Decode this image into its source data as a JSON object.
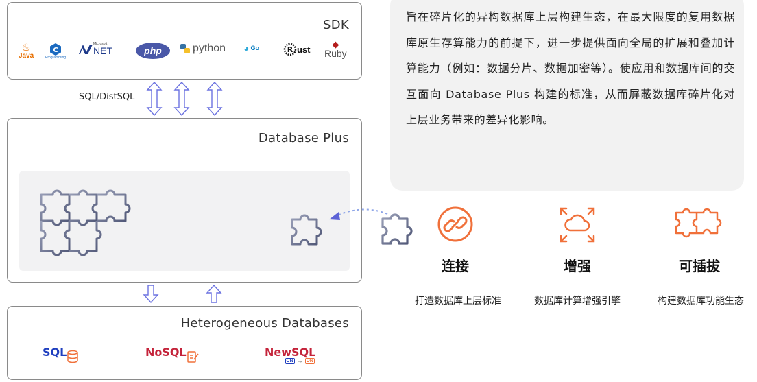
{
  "sdk": {
    "title": "SDK",
    "languages": [
      {
        "name": "Java",
        "text": "Java"
      },
      {
        "name": "C++",
        "text": "Programming"
      },
      {
        "name": ".NET",
        "text": "NET",
        "sup": "Microsoft"
      },
      {
        "name": "PHP",
        "text": "php"
      },
      {
        "name": "Python",
        "text": "python"
      },
      {
        "name": "Go",
        "text": "Go"
      },
      {
        "name": "Rust",
        "text": "ust"
      },
      {
        "name": "Ruby",
        "text": "Ruby"
      }
    ]
  },
  "sql_label": "SQL/DistSQL",
  "database_plus": {
    "title": "Database Plus"
  },
  "heterogeneous": {
    "title": "Heterogeneous Databases",
    "items": [
      {
        "label": "SQL"
      },
      {
        "label": "NoSQL"
      },
      {
        "label": "NewSQL",
        "tags": [
          "CN",
          "DN"
        ]
      }
    ]
  },
  "description": "旨在碎片化的异构数据库上层构建生态，在最大限度的复用数据库原生存算能力的前提下，进一步提供面向全局的扩展和叠加计算能力（例如：数据分片、数据加密等）。使应用和数据库间的交互面向 Database Plus 构建的标准，从而屏蔽数据库碎片化对上层业务带来的差异化影响。",
  "features": [
    {
      "title": "连接",
      "subtitle": "打造数据库上层标准",
      "icon": "link-icon"
    },
    {
      "title": "增强",
      "subtitle": "数据库计算增强引擎",
      "icon": "cloud-expand-icon"
    },
    {
      "title": "可插拔",
      "subtitle": "构建数据库功能生态",
      "icon": "puzzle-icon"
    }
  ],
  "colors": {
    "accent": "#f0703a",
    "arrow": "#6b72e0",
    "border": "#8a8a8a",
    "panel": "#f2f2f3"
  }
}
